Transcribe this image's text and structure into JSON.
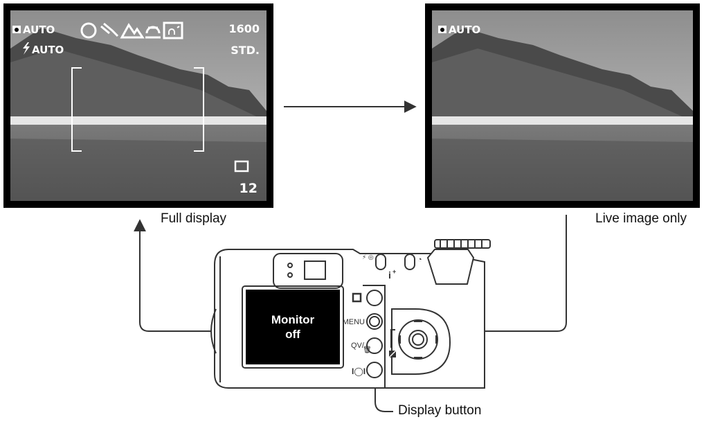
{
  "left_screen": {
    "mode_label": "AUTO",
    "flash_label": "AUTO",
    "iso": "1600",
    "quality": "STD.",
    "frames_remaining": "12",
    "caption": "Full display"
  },
  "right_screen": {
    "mode_label": "AUTO",
    "caption": "Live image only"
  },
  "camera": {
    "monitor_text_line1": "Monitor",
    "monitor_text_line2": "off",
    "menu_label": "MENU",
    "qv_label": "QV/",
    "info_label": "i",
    "display_button_caption": "Display button"
  },
  "colors": {
    "frame": "#000000",
    "line": "#333333",
    "monitor_off": "#000000",
    "white": "#ffffff"
  }
}
